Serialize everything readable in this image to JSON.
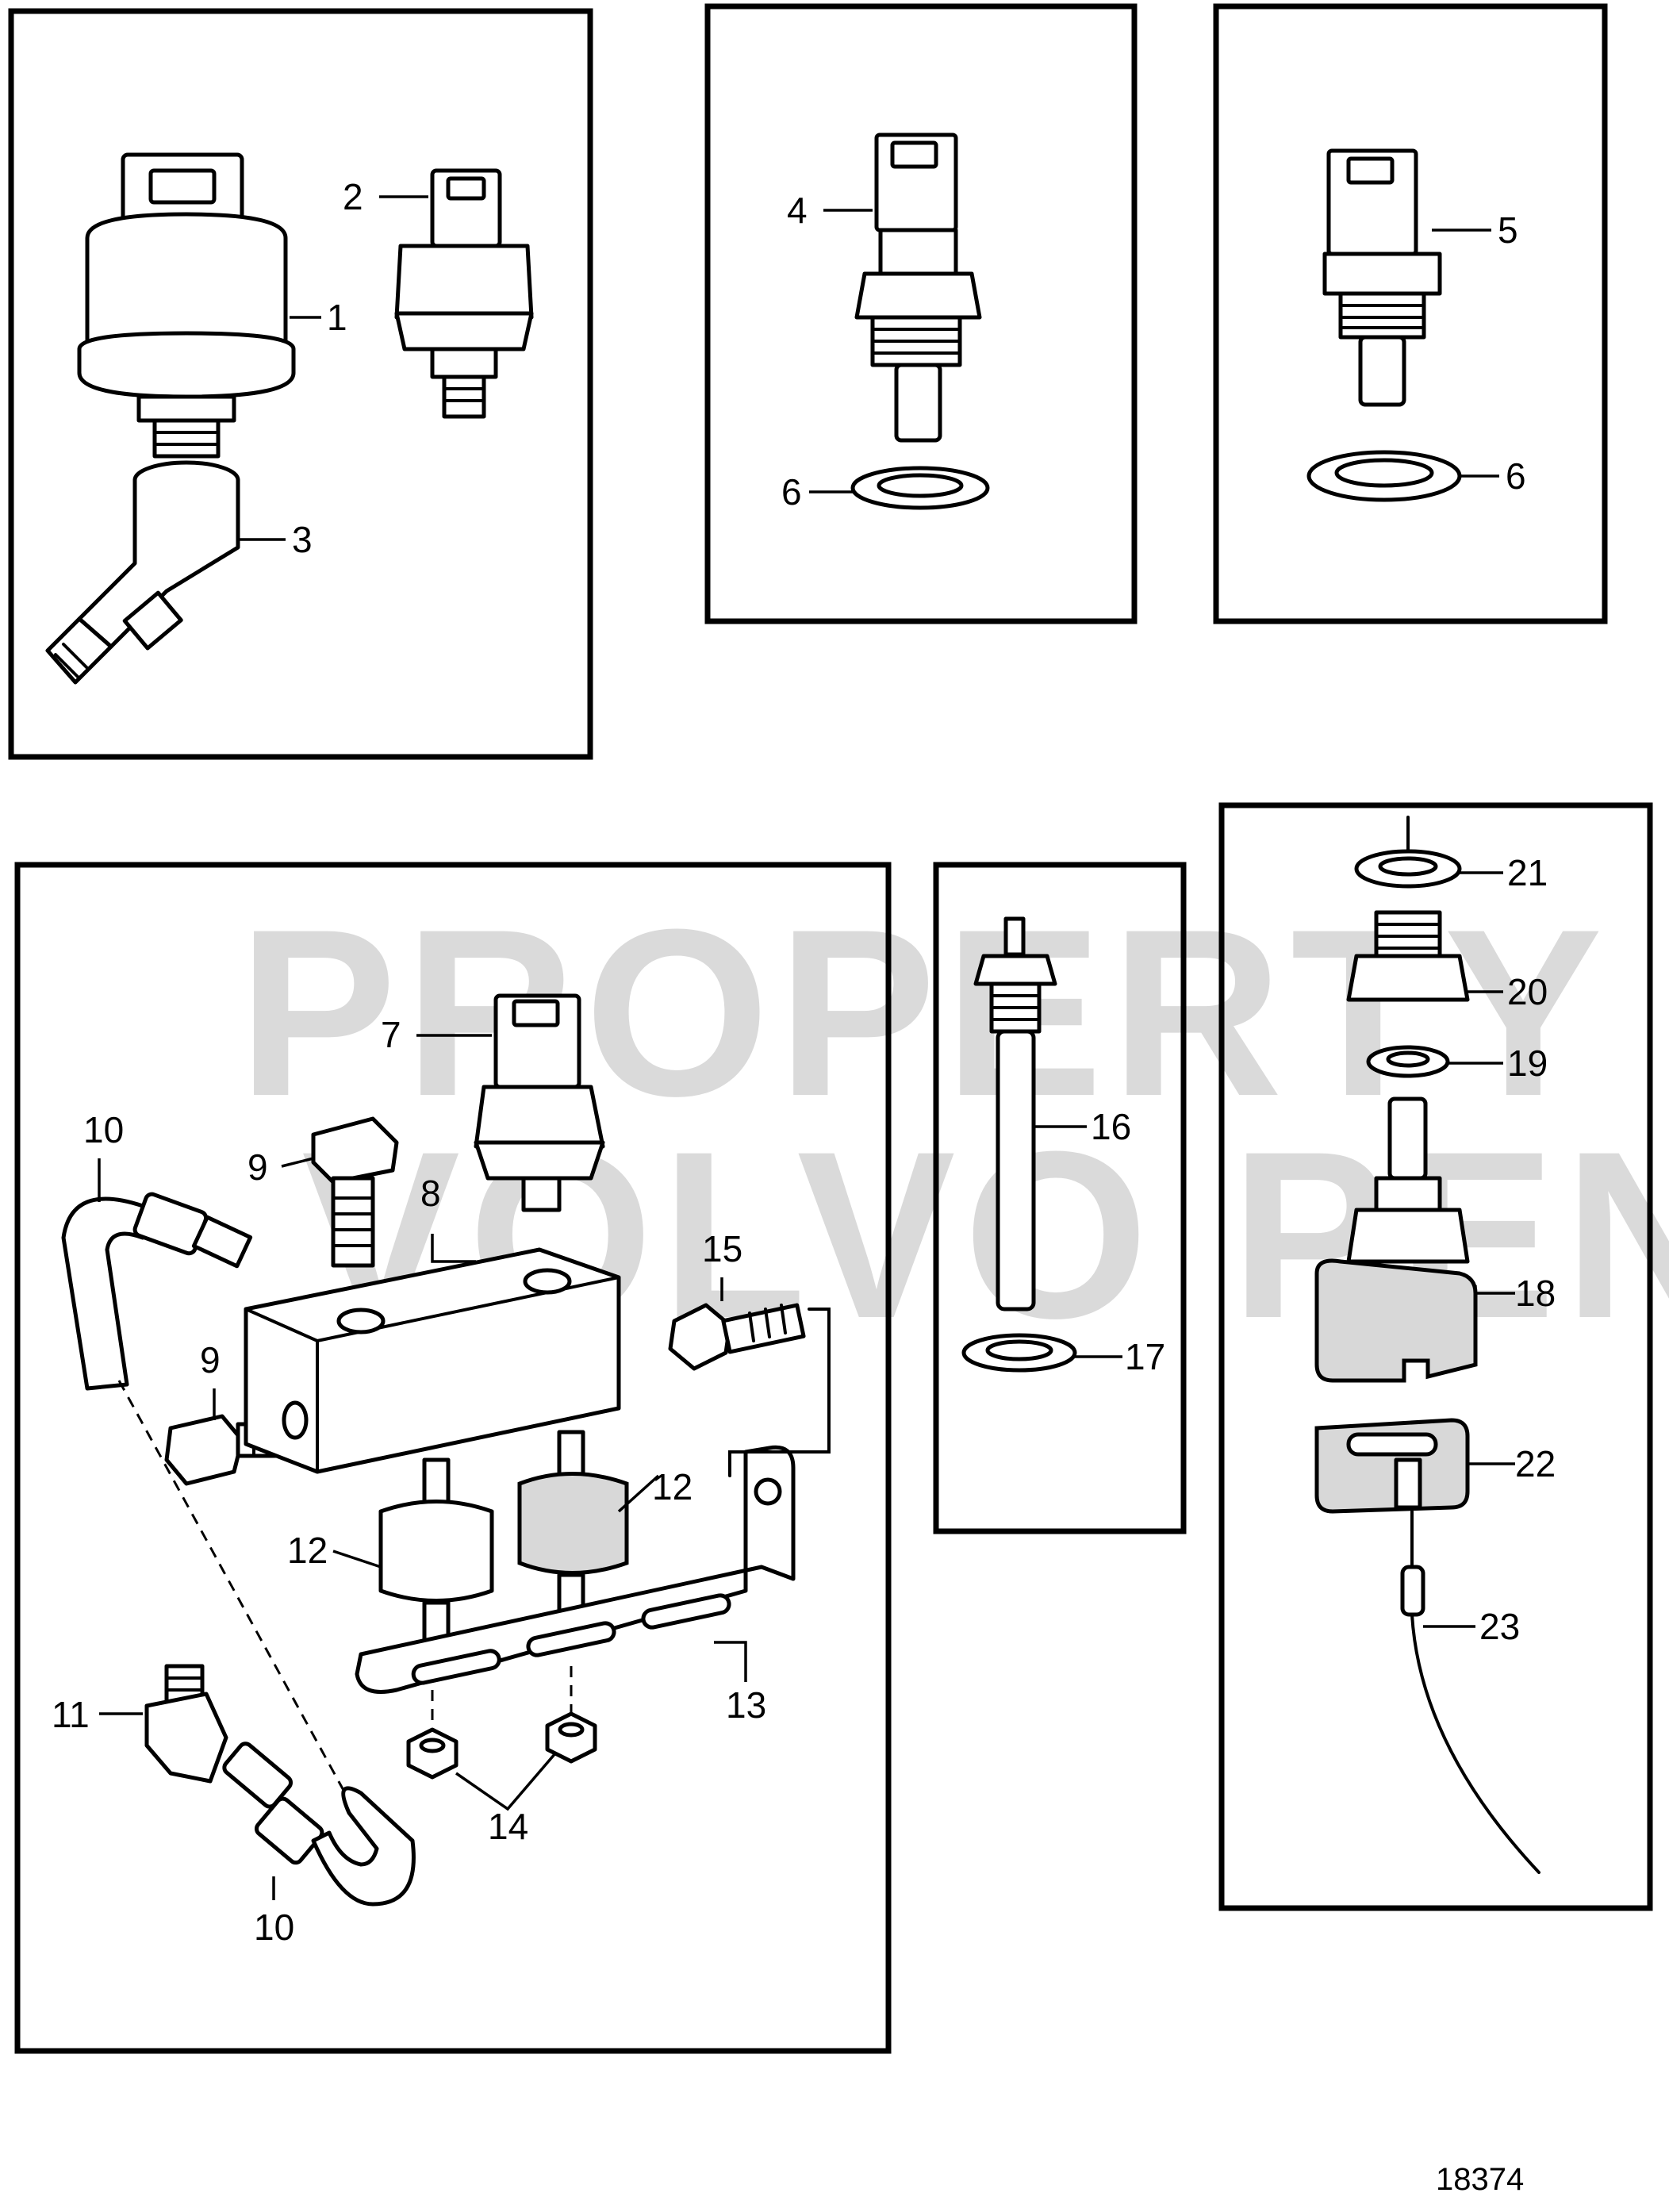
{
  "figure": {
    "number": "18374",
    "watermark": [
      "PROPERTY OF",
      "VOLVO PENTA"
    ]
  },
  "panels": [
    {
      "id": "panel-1",
      "callouts": [
        "1",
        "2",
        "3"
      ]
    },
    {
      "id": "panel-2",
      "callouts": [
        "4",
        "6"
      ]
    },
    {
      "id": "panel-3",
      "callouts": [
        "5",
        "6"
      ]
    },
    {
      "id": "panel-4",
      "callouts": [
        "7",
        "8",
        "9",
        "9",
        "10",
        "10",
        "11",
        "12",
        "12",
        "13",
        "14",
        "15"
      ]
    },
    {
      "id": "panel-5",
      "callouts": [
        "16",
        "17"
      ]
    },
    {
      "id": "panel-6",
      "callouts": [
        "21",
        "20",
        "19",
        "18",
        "22",
        "23"
      ]
    }
  ]
}
